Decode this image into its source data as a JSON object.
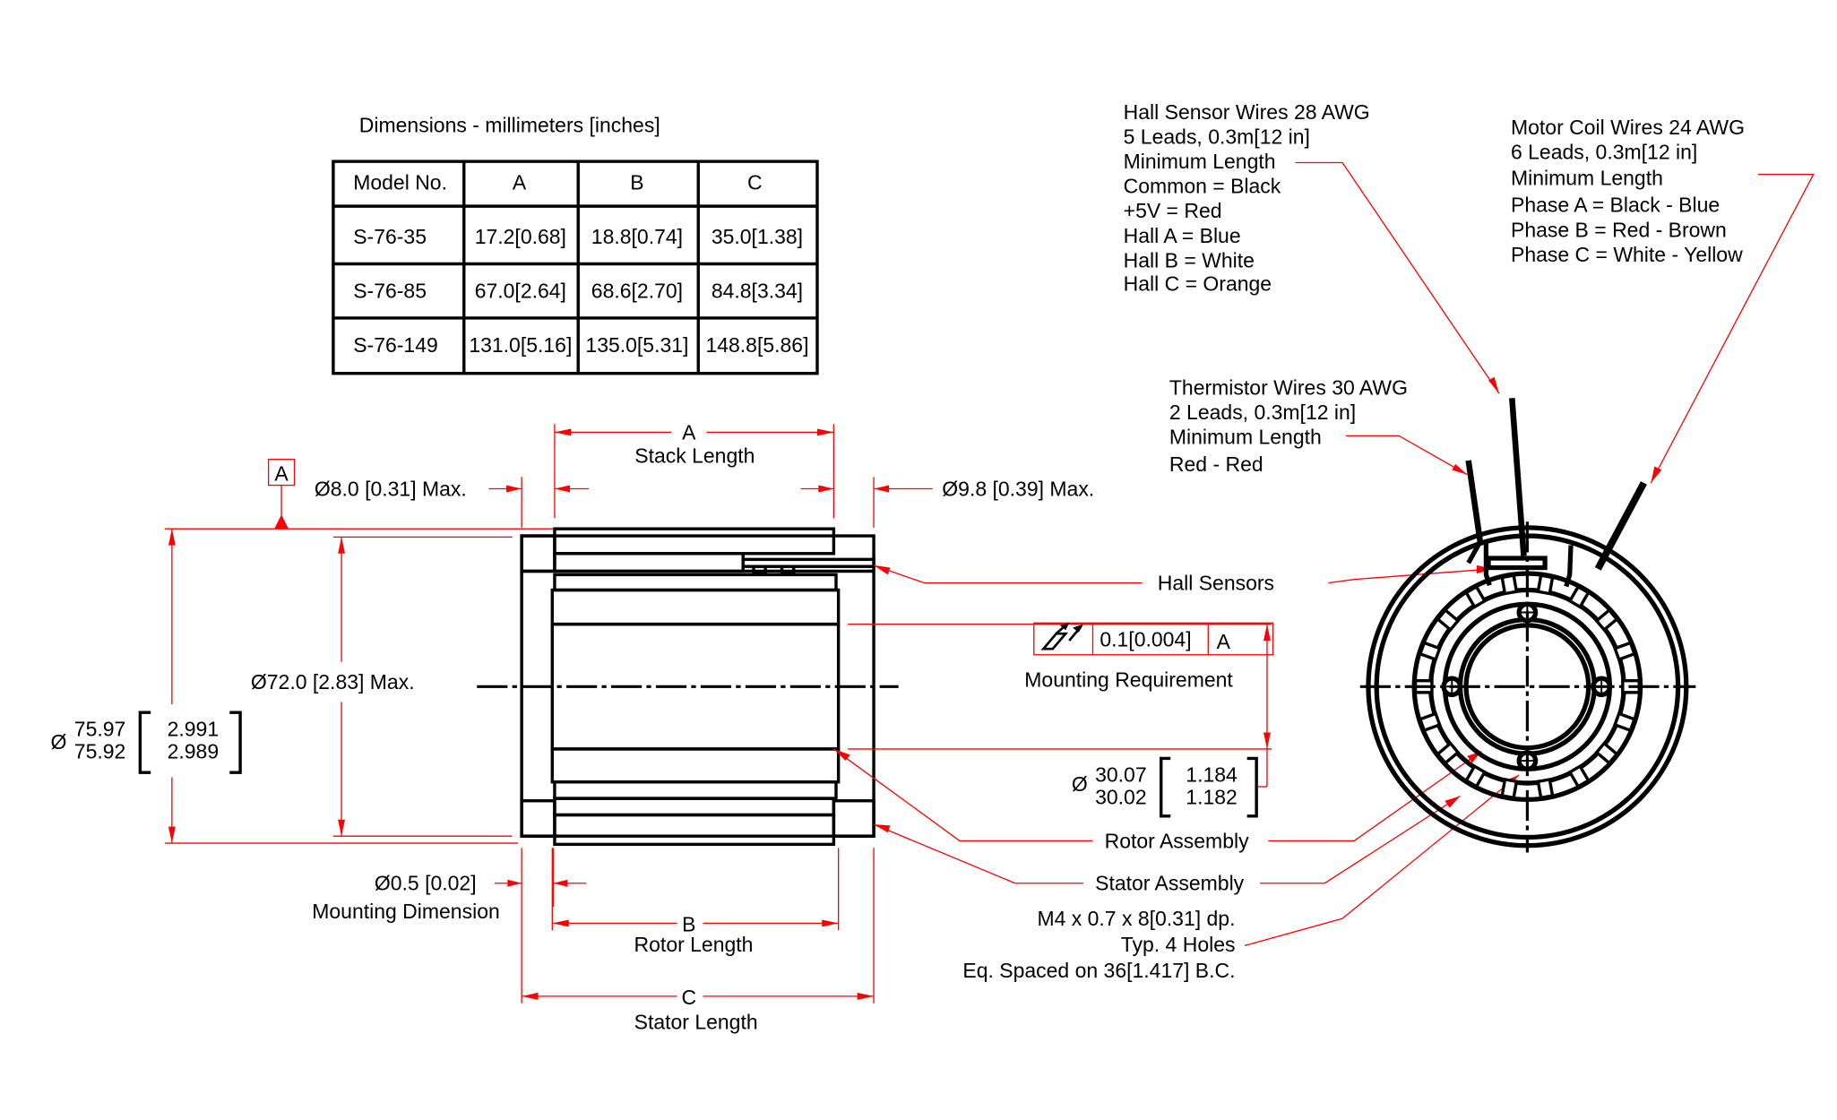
{
  "table": {
    "title": "Dimensions - millimeters [inches]",
    "headers": [
      "Model No.",
      "A",
      "B",
      "C"
    ],
    "rows": [
      [
        "S-76-35",
        "17.2[0.68]",
        "18.8[0.74]",
        "35.0[1.38]"
      ],
      [
        "S-76-85",
        "67.0[2.64]",
        "68.6[2.70]",
        "84.8[3.34]"
      ],
      [
        "S-76-149",
        "131.0[5.16]",
        "135.0[5.31]",
        "148.8[5.86]"
      ]
    ]
  },
  "side_view": {
    "datum": "A",
    "dim_a": {
      "letter": "A",
      "label": "Stack Length"
    },
    "dim_b": {
      "letter": "B",
      "label": "Rotor Length"
    },
    "dim_c": {
      "letter": "C",
      "label": "Stator Length"
    },
    "shaft_left": "Ø8.0 [0.31] Max.",
    "shaft_right": "Ø9.8 [0.39] Max.",
    "inner_dia": "Ø72.0 [2.83] Max.",
    "outer_dia": {
      "symbol": "Ø",
      "mm_max": "75.97",
      "mm_min": "75.92",
      "in_max": "2.991",
      "in_min": "2.989"
    },
    "mounting_dim": {
      "value": "Ø0.5 [0.02]",
      "label": "Mounting Dimension"
    }
  },
  "callouts": {
    "hall_sensors": "Hall Sensors",
    "tolerance": {
      "value": "0.1[0.004]",
      "datum": "A",
      "label": "Mounting Requirement"
    },
    "bore_dia": {
      "symbol": "Ø",
      "mm_max": "30.07",
      "mm_min": "30.02",
      "in_max": "1.184",
      "in_min": "1.182"
    },
    "rotor_assembly": "Rotor Assembly",
    "stator_assembly": "Stator Assembly",
    "holes": [
      "M4 x 0.7 x 8[0.31] dp.",
      "Typ. 4 Holes",
      "Eq. Spaced on 36[1.417] B.C."
    ]
  },
  "wires": {
    "hall": [
      "Hall Sensor Wires  28 AWG",
      "5 Leads, 0.3m[12 in]",
      "Minimum Length",
      "Common = Black",
      "+5V = Red",
      "Hall A = Blue",
      "Hall B = White",
      "Hall C = Orange"
    ],
    "motor": [
      "Motor Coil Wires  24 AWG",
      "6 Leads, 0.3m[12 in]",
      "Minimum Length",
      "Phase A = Black - Blue",
      "Phase B = Red - Brown",
      "Phase C = White - Yellow"
    ],
    "thermistor": [
      "Thermistor Wires 30 AWG",
      "2 Leads,  0.3m[12 in]",
      "Minimum Length",
      "Red - Red"
    ]
  },
  "colors": {
    "dimension": "#ff0000",
    "geometry": "#000000"
  }
}
